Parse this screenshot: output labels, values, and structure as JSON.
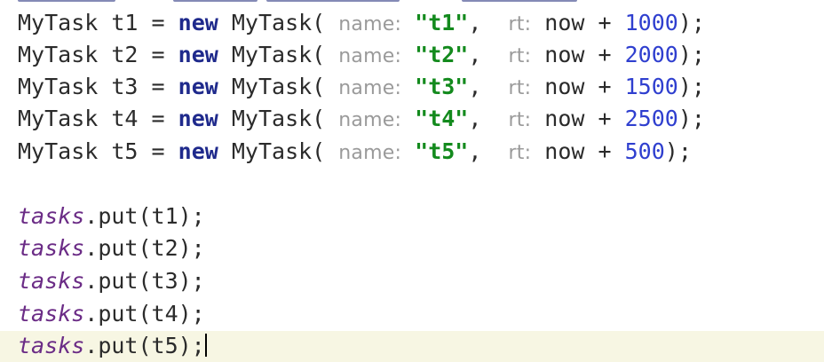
{
  "code": {
    "declarations": [
      {
        "type": "MyTask",
        "var": "t1",
        "kw": "new",
        "ctor": "MyTask(",
        "hint_name": "name:",
        "str": "\"t1\"",
        "comma": ",",
        "hint_rt": "rt:",
        "expr": "now + ",
        "num": "1000",
        "end": ");"
      },
      {
        "type": "MyTask",
        "var": "t2",
        "kw": "new",
        "ctor": "MyTask(",
        "hint_name": "name:",
        "str": "\"t2\"",
        "comma": ",",
        "hint_rt": "rt:",
        "expr": "now + ",
        "num": "2000",
        "end": ");"
      },
      {
        "type": "MyTask",
        "var": "t3",
        "kw": "new",
        "ctor": "MyTask(",
        "hint_name": "name:",
        "str": "\"t3\"",
        "comma": ",",
        "hint_rt": "rt:",
        "expr": "now + ",
        "num": "1500",
        "end": ");"
      },
      {
        "type": "MyTask",
        "var": "t4",
        "kw": "new",
        "ctor": "MyTask(",
        "hint_name": "name:",
        "str": "\"t4\"",
        "comma": ",",
        "hint_rt": "rt:",
        "expr": "now + ",
        "num": "2500",
        "end": ");"
      },
      {
        "type": "MyTask",
        "var": "t5",
        "kw": "new",
        "ctor": "MyTask(",
        "hint_name": "name:",
        "str": "\"t5\"",
        "comma": ",",
        "hint_rt": "rt:",
        "expr": "now + ",
        "num": "500",
        "end": ");"
      }
    ],
    "puts": [
      {
        "field": "tasks",
        "rest": ".put(t1);"
      },
      {
        "field": "tasks",
        "rest": ".put(t2);"
      },
      {
        "field": "tasks",
        "rest": ".put(t3);"
      },
      {
        "field": "tasks",
        "rest": ".put(t4);"
      },
      {
        "field": "tasks",
        "rest": ".put(t5);"
      }
    ]
  },
  "colors": {
    "keyword": "#1f2a8c",
    "string": "#138a1d",
    "number": "#2f3fcf",
    "field": "#6b2c86",
    "hint": "#9a9a9a",
    "current_line": "#f7f6e3"
  }
}
